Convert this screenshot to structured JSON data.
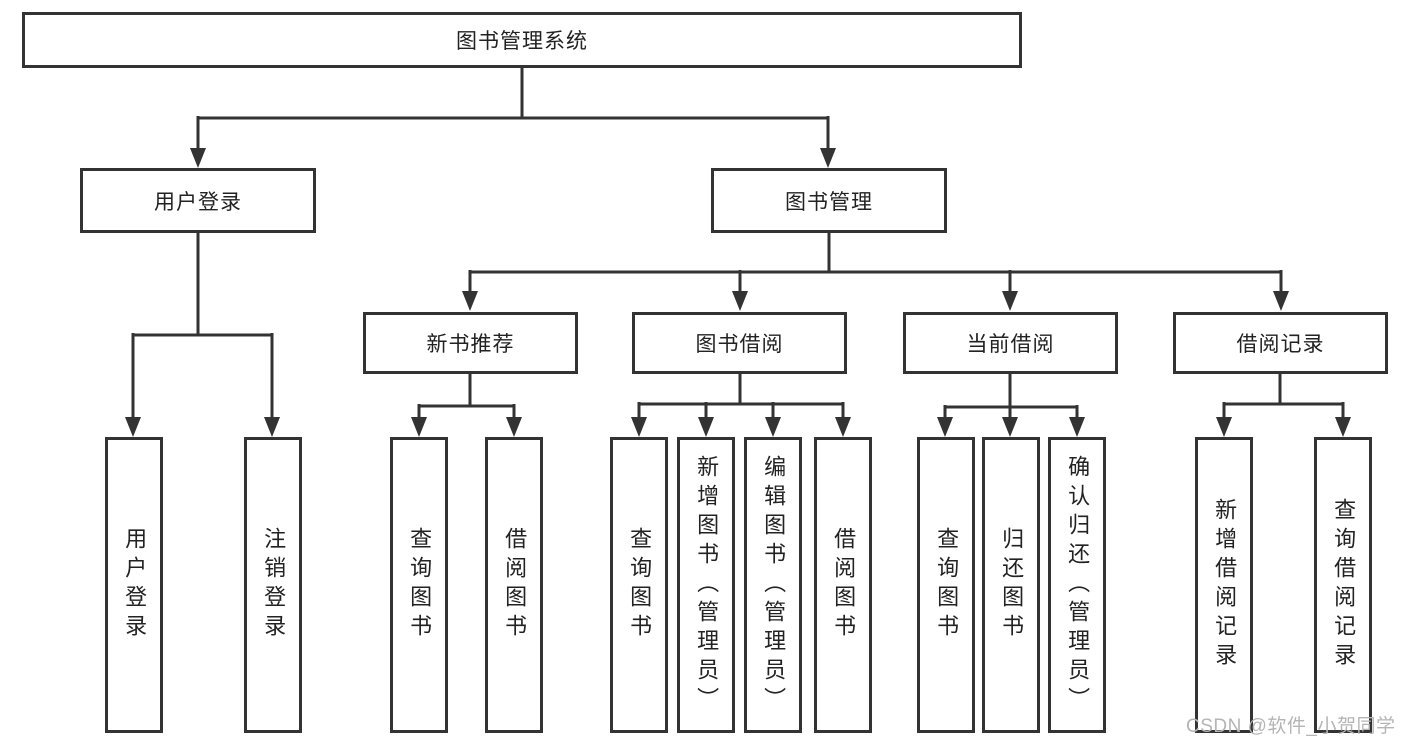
{
  "diagram": {
    "root": {
      "label": "图书管理系统"
    },
    "level2": [
      {
        "id": "login",
        "label": "用户登录"
      },
      {
        "id": "mgmt",
        "label": "图书管理"
      }
    ],
    "level3": [
      {
        "id": "newbook",
        "label": "新书推荐"
      },
      {
        "id": "borrow",
        "label": "图书借阅"
      },
      {
        "id": "current",
        "label": "当前借阅"
      },
      {
        "id": "records",
        "label": "借阅记录"
      }
    ],
    "leaves": {
      "login": [
        "用户登录",
        "注销登录"
      ],
      "newbook": [
        "查询图书",
        "借阅图书"
      ],
      "borrow": [
        "查询图书",
        "新增图书（管理员）",
        "编辑图书（管理员）",
        "借阅图书"
      ],
      "current": [
        "查询图书",
        "归还图书",
        "确认归还（管理员）"
      ],
      "records": [
        "新增借阅记录",
        "查询借阅记录"
      ]
    },
    "watermark": "CSDN @软件_小贺同学",
    "colors": {
      "line": "#333333",
      "text": "#222222",
      "background": "#ffffff",
      "watermark": "#b5b5b5"
    }
  }
}
